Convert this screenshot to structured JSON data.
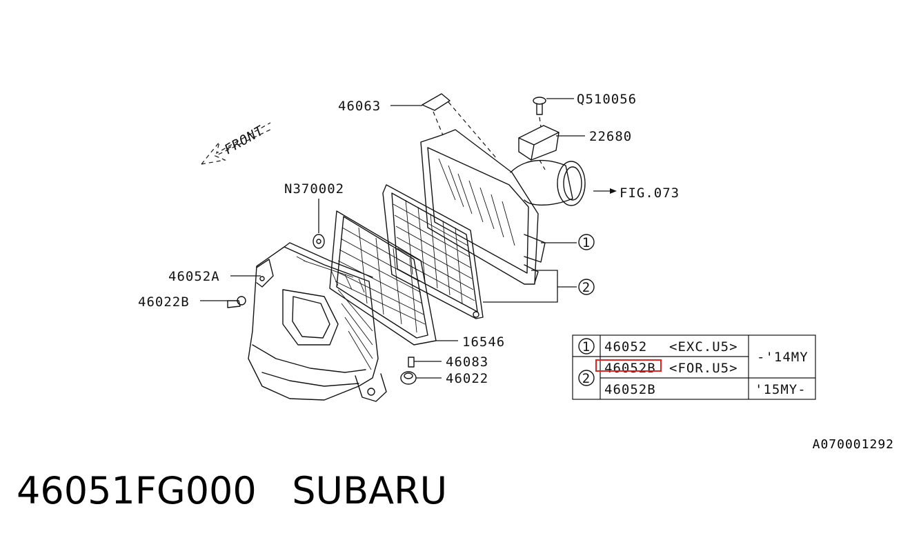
{
  "callouts": {
    "p46063": "46063",
    "q510056": "Q510056",
    "p22680": "22680",
    "fig073": "FIG.073",
    "n370002": "N370002",
    "p46052a": "46052A",
    "p46022b": "46022B",
    "p16546": "16546",
    "p46083": "46083",
    "p46022": "46022",
    "ref1": "1",
    "ref2": "2"
  },
  "front_label": "FRONT",
  "table": {
    "rows": [
      {
        "ref": "1",
        "part": "46052",
        "note": "<EXC.U5>"
      },
      {
        "ref": "2",
        "part": "46052B",
        "note": "<FOR.U5>"
      },
      {
        "ref": "",
        "part": "46052B",
        "note": ""
      }
    ],
    "years": [
      "-'14MY",
      "'15MY-"
    ]
  },
  "diagram_code": "A070001292",
  "footer": {
    "part_number": "46051FG000",
    "brand": "SUBARU"
  },
  "highlight_color": "#e0241b"
}
